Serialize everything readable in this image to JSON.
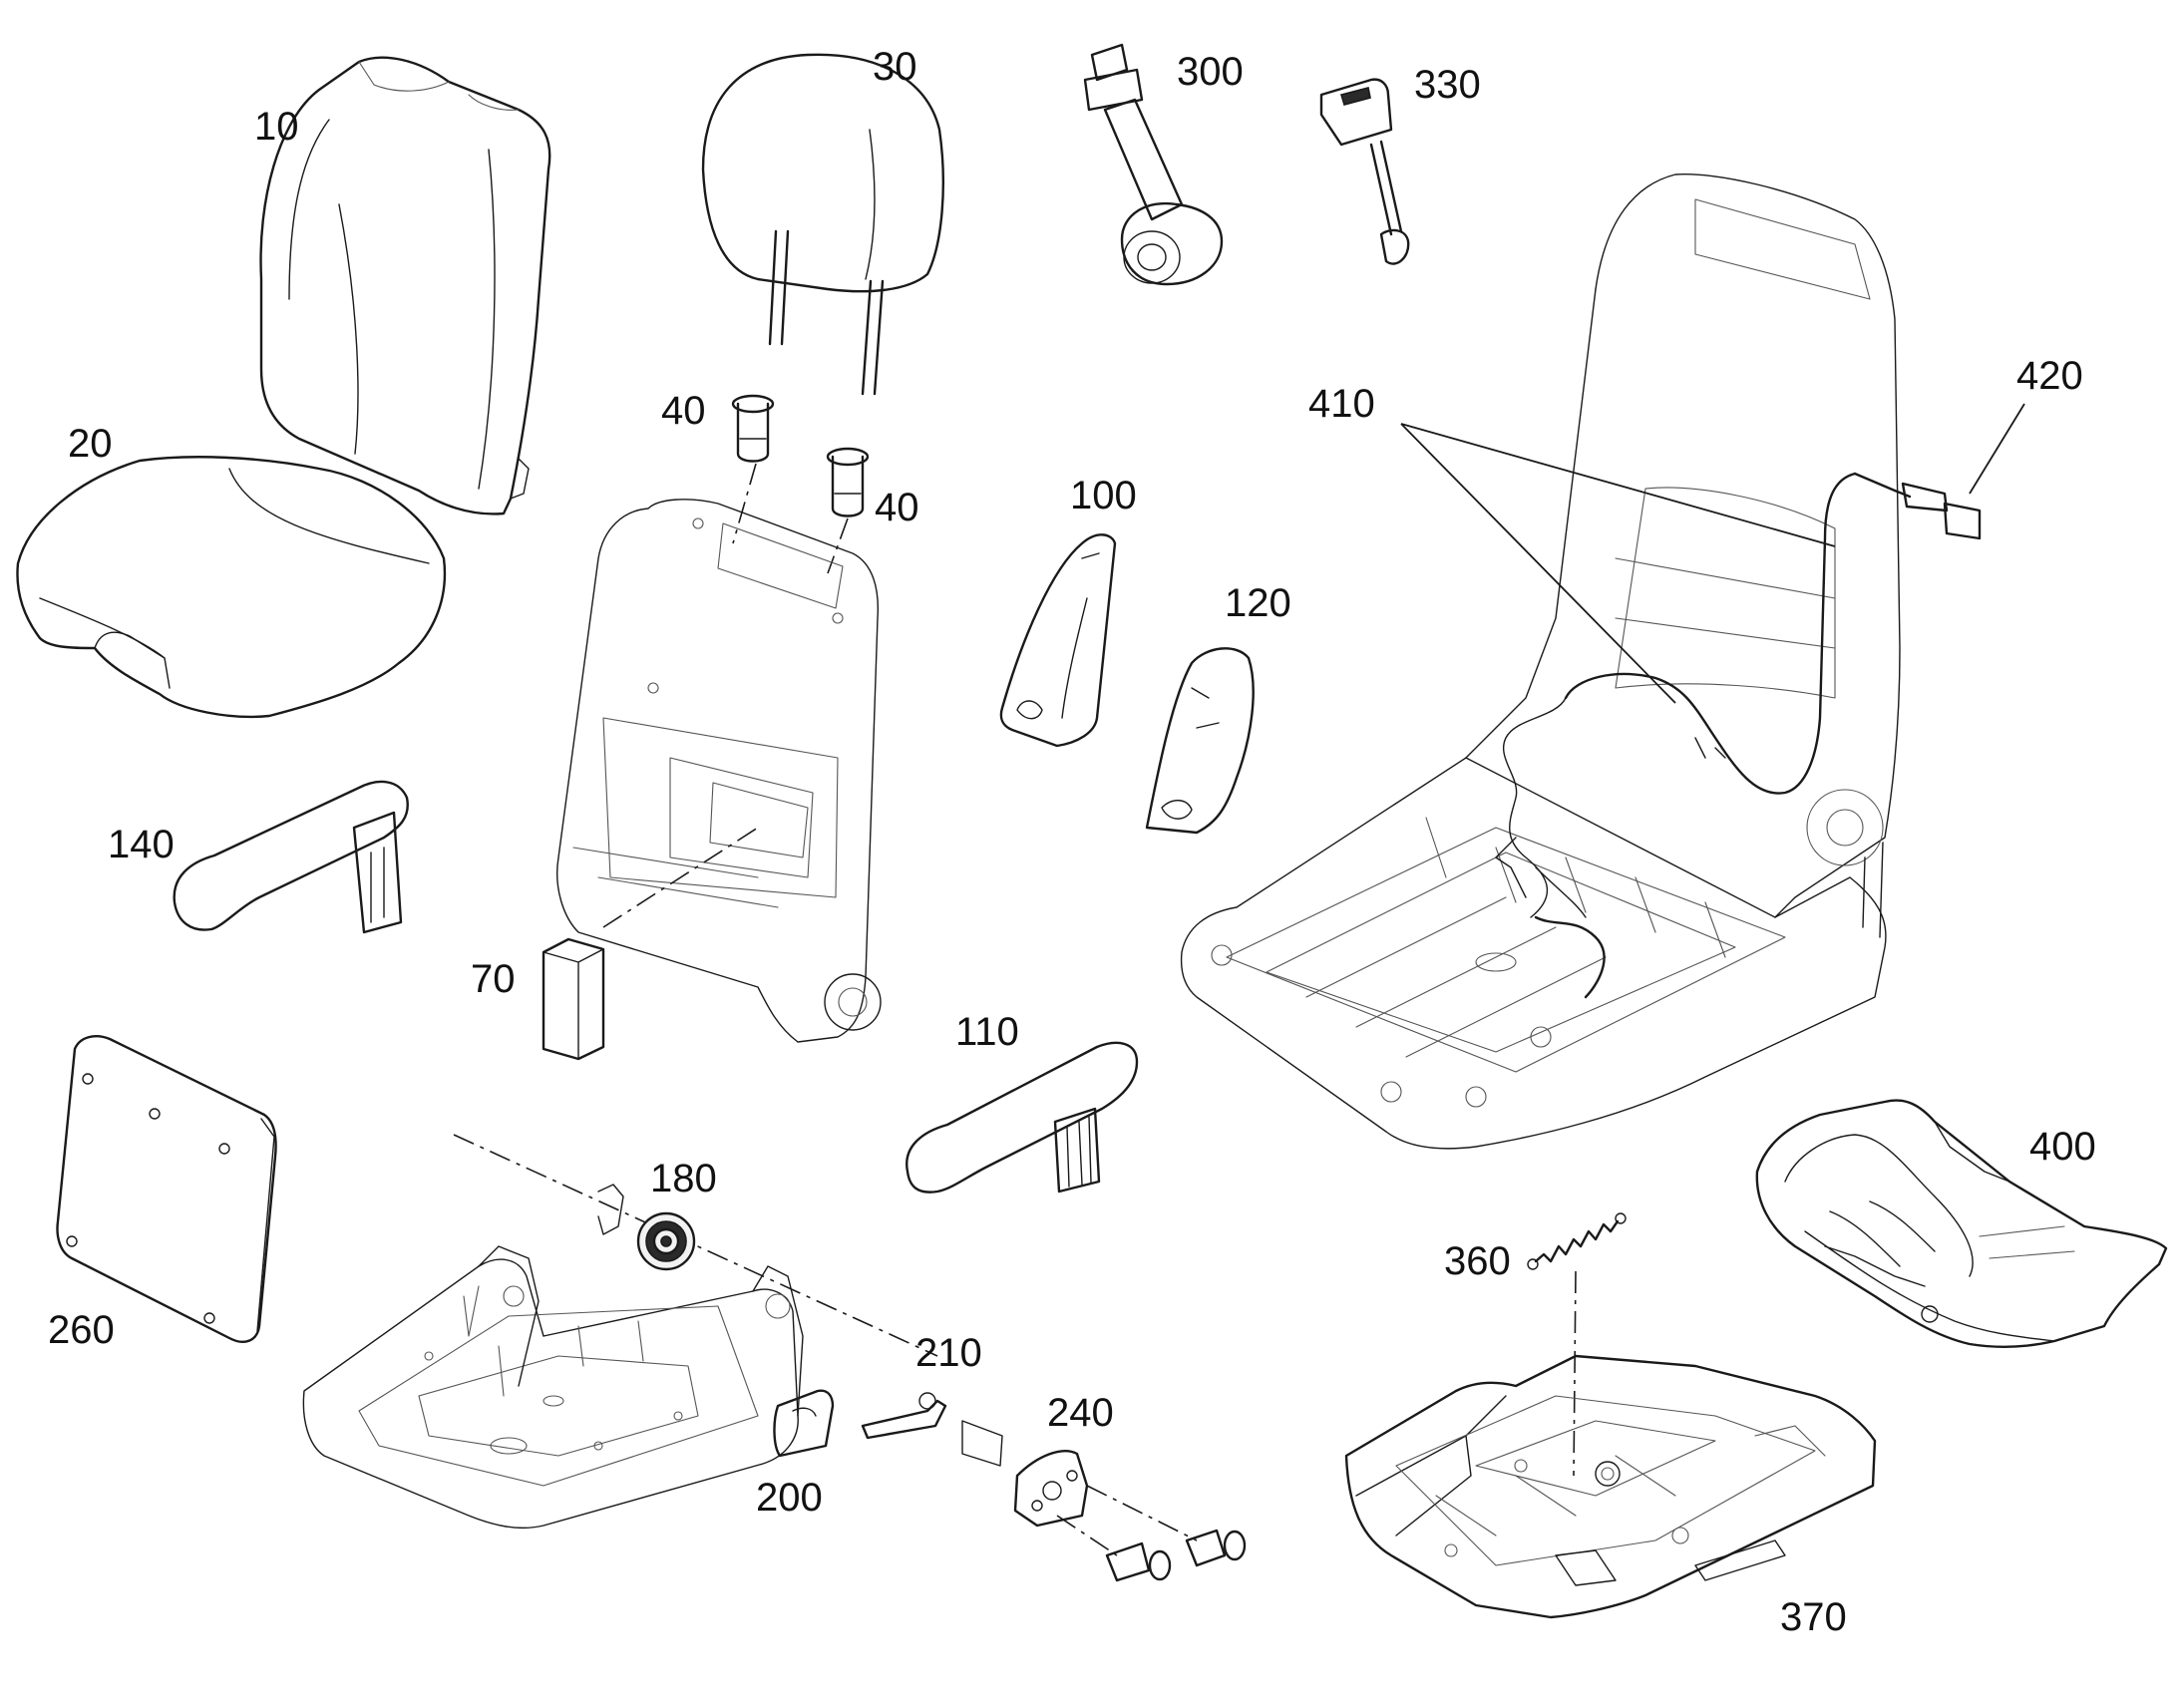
{
  "labels": {
    "l10": "10",
    "l20": "20",
    "l30": "30",
    "l40a": "40",
    "l40b": "40",
    "l70": "70",
    "l100": "100",
    "l110": "110",
    "l120": "120",
    "l140": "140",
    "l180": "180",
    "l200": "200",
    "l210": "210",
    "l240": "240",
    "l260": "260",
    "l300": "300",
    "l330": "330",
    "l360": "360",
    "l370": "370",
    "l400": "400",
    "l410": "410",
    "l420": "420"
  }
}
